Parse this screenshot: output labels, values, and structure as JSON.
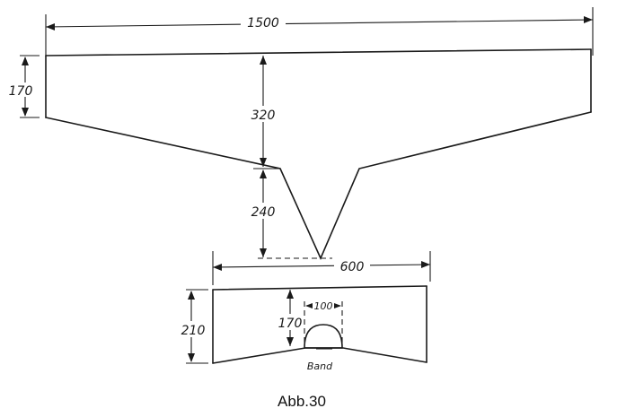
{
  "figure": {
    "caption": "Abb.30",
    "upper_view": {
      "width_label": "1500",
      "edge_height_label": "170",
      "depth_label": "320",
      "notch_label": "240"
    },
    "lower_view": {
      "width_label": "600",
      "height_label": "210",
      "inner_height_label": "170",
      "opening_label": "100",
      "band_label": "Band"
    }
  }
}
